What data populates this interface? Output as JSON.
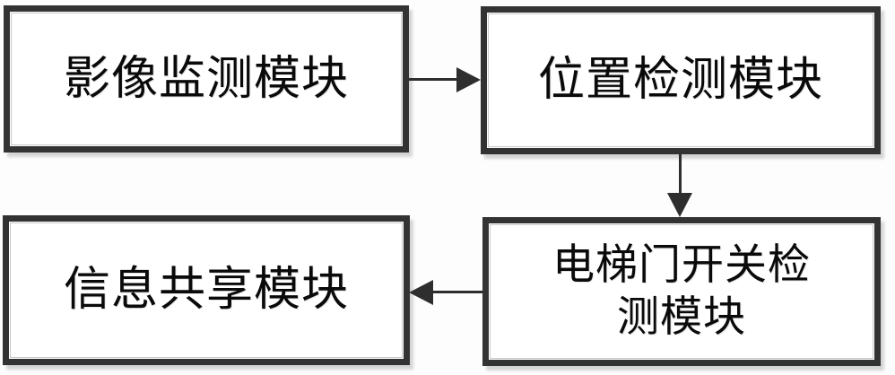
{
  "diagram": {
    "type": "block-flow-diagram",
    "background_color": "#ffffff",
    "box_border_color": "#333333",
    "connector_color": "#2e2e2e",
    "text_color": "#0a0a0a",
    "nodes": [
      {
        "id": "image-monitor",
        "label": "影像监测模块",
        "position": "top-left"
      },
      {
        "id": "position-detect",
        "label": "位置检测模块",
        "position": "top-right"
      },
      {
        "id": "door-detect",
        "label": "电梯门开关检\n测模块",
        "position": "bottom-right"
      },
      {
        "id": "info-share",
        "label": "信息共享模块",
        "position": "bottom-left"
      }
    ],
    "edges": [
      {
        "id": "edge-1",
        "from": "image-monitor",
        "to": "position-detect",
        "direction": "right"
      },
      {
        "id": "edge-2",
        "from": "position-detect",
        "to": "door-detect",
        "direction": "down"
      },
      {
        "id": "edge-3",
        "from": "door-detect",
        "to": "info-share",
        "direction": "left"
      }
    ]
  }
}
